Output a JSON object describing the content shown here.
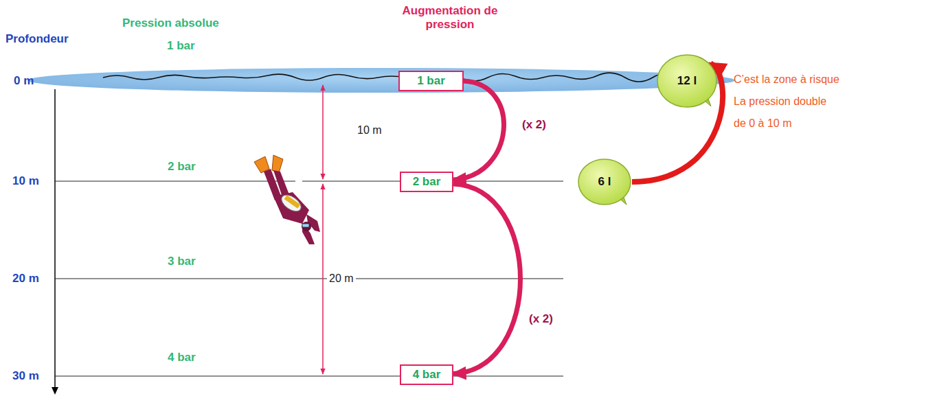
{
  "diagram": {
    "nodes": [
      {
        "text": [
          "1 bar"
        ]
      },
      {
        "text": [
          "12 l"
        ]
      },
      {
        "text": [
          "2 bar"
        ]
      },
      {
        "text": [
          "6 l"
        ]
      },
      {
        "text": [
          "4 bar"
        ]
      }
    ],
    "edges": [
      {
        "from": 0,
        "to": 2,
        "arrow": "to",
        "label": "(x 2)"
      },
      {
        "from": 2,
        "to": 4,
        "arrow": "to",
        "label": "(x 2)"
      },
      {
        "from": 3,
        "to": 1,
        "arrow": "to"
      }
    ],
    "labels": [
      "Profondeur",
      "Pression absolue",
      "Augmentation de pression",
      "1 bar",
      "0 m",
      "10 m",
      "C’est la zone à risque",
      "La pression double",
      "de 0 à 10 m",
      "2 bar",
      "10 m",
      "3 bar",
      "20 m",
      "20 m",
      "4 bar",
      "30 m"
    ]
  }
}
